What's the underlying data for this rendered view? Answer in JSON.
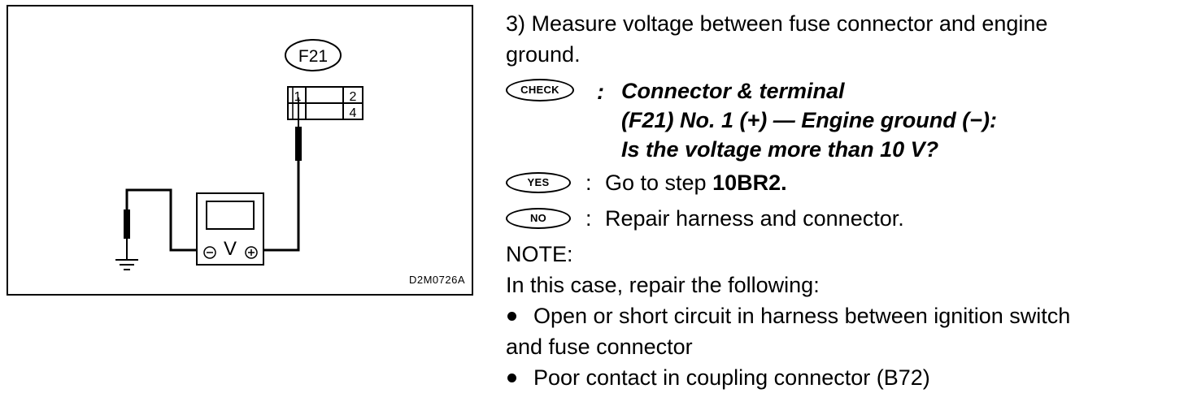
{
  "figure": {
    "connector_label": "F21",
    "terminals": [
      "1",
      "2",
      "4"
    ],
    "meter_symbol": "V",
    "figure_code": "D2M0726A"
  },
  "step": {
    "text_line1": "3) Measure voltage between fuse connector and engine",
    "text_line2": "ground."
  },
  "check": {
    "badge": "CHECK",
    "colon": ":",
    "line1": "Connector & terminal",
    "line2": "(F21) No. 1 (+) — Engine ground (−):",
    "line3": "Is the voltage more than 10 V?"
  },
  "yes": {
    "badge": "YES",
    "colon": ":",
    "text_prefix": "Go to step ",
    "text_step": "10BR2."
  },
  "no": {
    "badge": "NO",
    "colon": ":",
    "text": "Repair harness and connector."
  },
  "note": {
    "heading": "NOTE:",
    "intro": "In this case, repair the following:",
    "bullets": [
      {
        "line1": "Open or short circuit in harness between ignition switch",
        "line2": "and fuse connector"
      },
      {
        "line1": "Poor contact in coupling connector (B72)"
      }
    ]
  }
}
